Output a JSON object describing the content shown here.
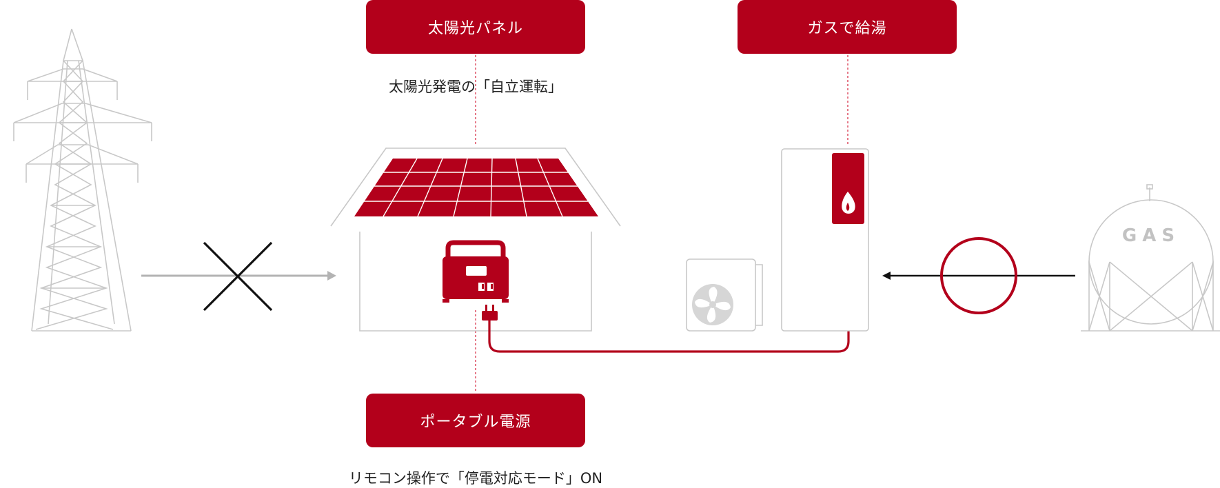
{
  "colors": {
    "accent": "#b3001b",
    "line_gray": "#bfbfbf",
    "dark": "#1a1a1a",
    "text": "#222222"
  },
  "labels": {
    "solar_panel": "太陽光パネル",
    "gas_hot_water": "ガスで給湯",
    "portable_power": "ポータブル電源"
  },
  "captions": {
    "solar_self_run": "太陽光発電の「自立運転」",
    "remote_mode_on": "リモコン操作で「停電対応モード」ON"
  },
  "gas_tank_text": "GAS",
  "icons": {
    "tower": "power-transmission-tower",
    "cross": "x-mark",
    "house": "house-with-solar-roof",
    "power": "portable-power-station",
    "heater": "gas-water-heater",
    "flame": "flame",
    "outdoor_unit": "fan-outdoor-unit",
    "circle": "circle-ok",
    "gas_tank": "gas-holder"
  }
}
